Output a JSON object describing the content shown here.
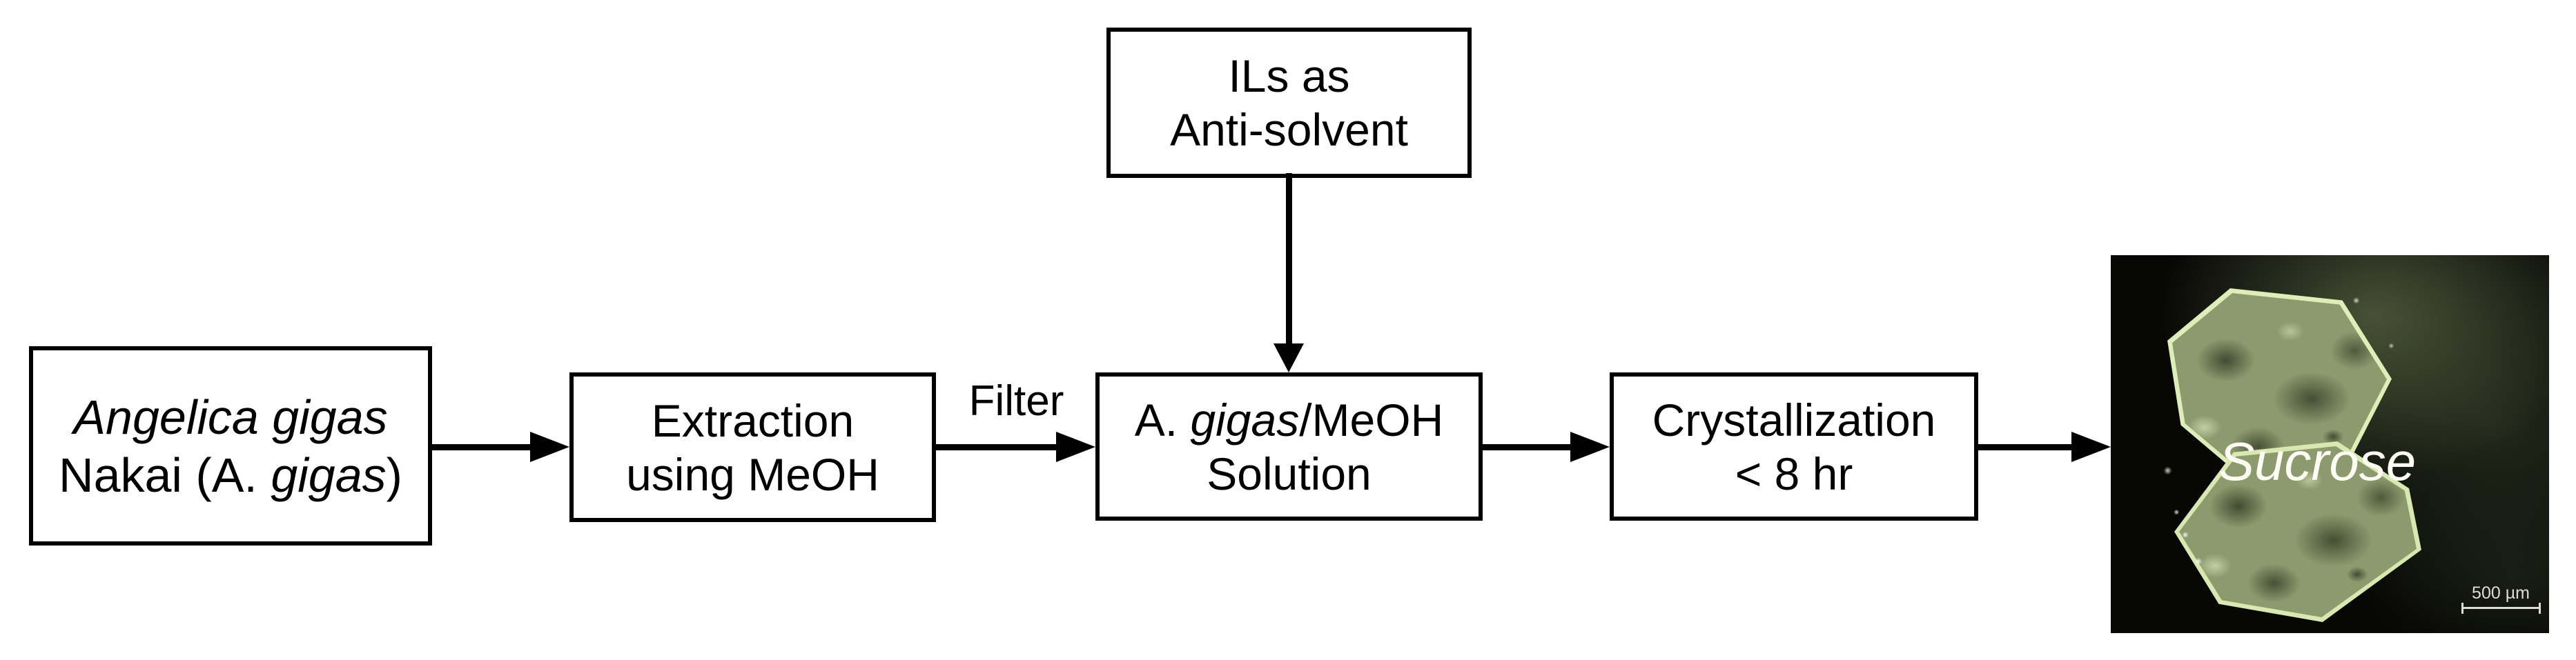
{
  "flowchart": {
    "nodes": {
      "source": {
        "line1": "Angelica gigas",
        "line2_pre": "Nakai (A. ",
        "line2_italic": "gigas",
        "line2_post": ")"
      },
      "extraction": {
        "line1": "Extraction",
        "line2": "using MeOH"
      },
      "antisolvent": {
        "line1": "ILs as",
        "line2": "Anti-solvent"
      },
      "solution": {
        "line1_pre": "A. ",
        "line1_italic": "gigas",
        "line1_post": "/MeOH",
        "line2": "Solution"
      },
      "crystallization": {
        "line1": "Crystallization",
        "line2": "< 8 hr"
      }
    },
    "edge_label": "Filter",
    "photo": {
      "caption": "Sucrose",
      "scale_bar_label": "500 µm"
    },
    "colors": {
      "background": "#ffffff",
      "box_fill": "#ffffff",
      "box_border": "#000000",
      "arrow": "#000000",
      "text": "#000000",
      "photo_background": "#070706",
      "photo_haze": "#6e7d52",
      "crystal_rim": "#dfeeb8",
      "crystal_fill": "#8c9a6e",
      "photo_text": "#fdfdf5"
    }
  }
}
